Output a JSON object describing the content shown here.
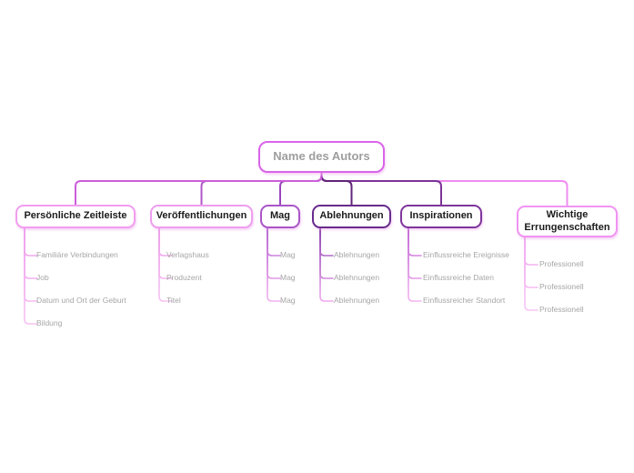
{
  "map": {
    "background_color": "#ffffff",
    "root": {
      "label": "Name des Autors",
      "border_color": "#d964ea",
      "text_color": "#9e9e9e"
    },
    "branches": [
      {
        "label": "Persönliche Zeitleiste",
        "border_color": "#f29def",
        "connector_color": "#cb5ed8",
        "sub_connector_color": "#ef9fee",
        "sub_connector_fade": "#f6c3f3",
        "items": [
          "Familiäre Verbindungen",
          "Job",
          "Datum und Ort der Geburt",
          "Bildung"
        ]
      },
      {
        "label": "Veröffentlichungen",
        "border_color": "#ef9def",
        "connector_color": "#b256ca",
        "sub_connector_color": "#ee9ce9",
        "sub_connector_fade": "#f6c3f3",
        "items": [
          "Verlagshaus",
          "Produzent",
          "Titel"
        ]
      },
      {
        "label": "Mag",
        "border_color": "#aa55c8",
        "connector_color": "#9a46bc",
        "sub_connector_color": "#b764d2",
        "sub_connector_fade": "#f2b2ef",
        "items": [
          "Mag",
          "Mag",
          "Mag"
        ]
      },
      {
        "label": "Ablehnungen",
        "border_color": "#682b8c",
        "connector_color": "#602478",
        "sub_connector_color": "#8c44b0",
        "sub_connector_fade": "#efaaee",
        "items": [
          "Ablehnungen",
          "Ablehnungen",
          "Ablehnungen"
        ]
      },
      {
        "label": "Inspirationen",
        "border_color": "#7f359c",
        "connector_color": "#7c3398",
        "sub_connector_color": "#c268d6",
        "sub_connector_fade": "#f3b4f0",
        "items": [
          "Einflussreiche Ereignisse",
          "Einflussreiche Daten",
          "Einflussreicher Standort"
        ]
      },
      {
        "label": "Wichtige Errungenschaften",
        "border_color": "#f193f3",
        "connector_color": "#ef8cf1",
        "sub_connector_color": "#f2a6f2",
        "sub_connector_fade": "#f7c6f4",
        "items": [
          "Professionell",
          "Professionell",
          "Professionell"
        ]
      }
    ]
  }
}
